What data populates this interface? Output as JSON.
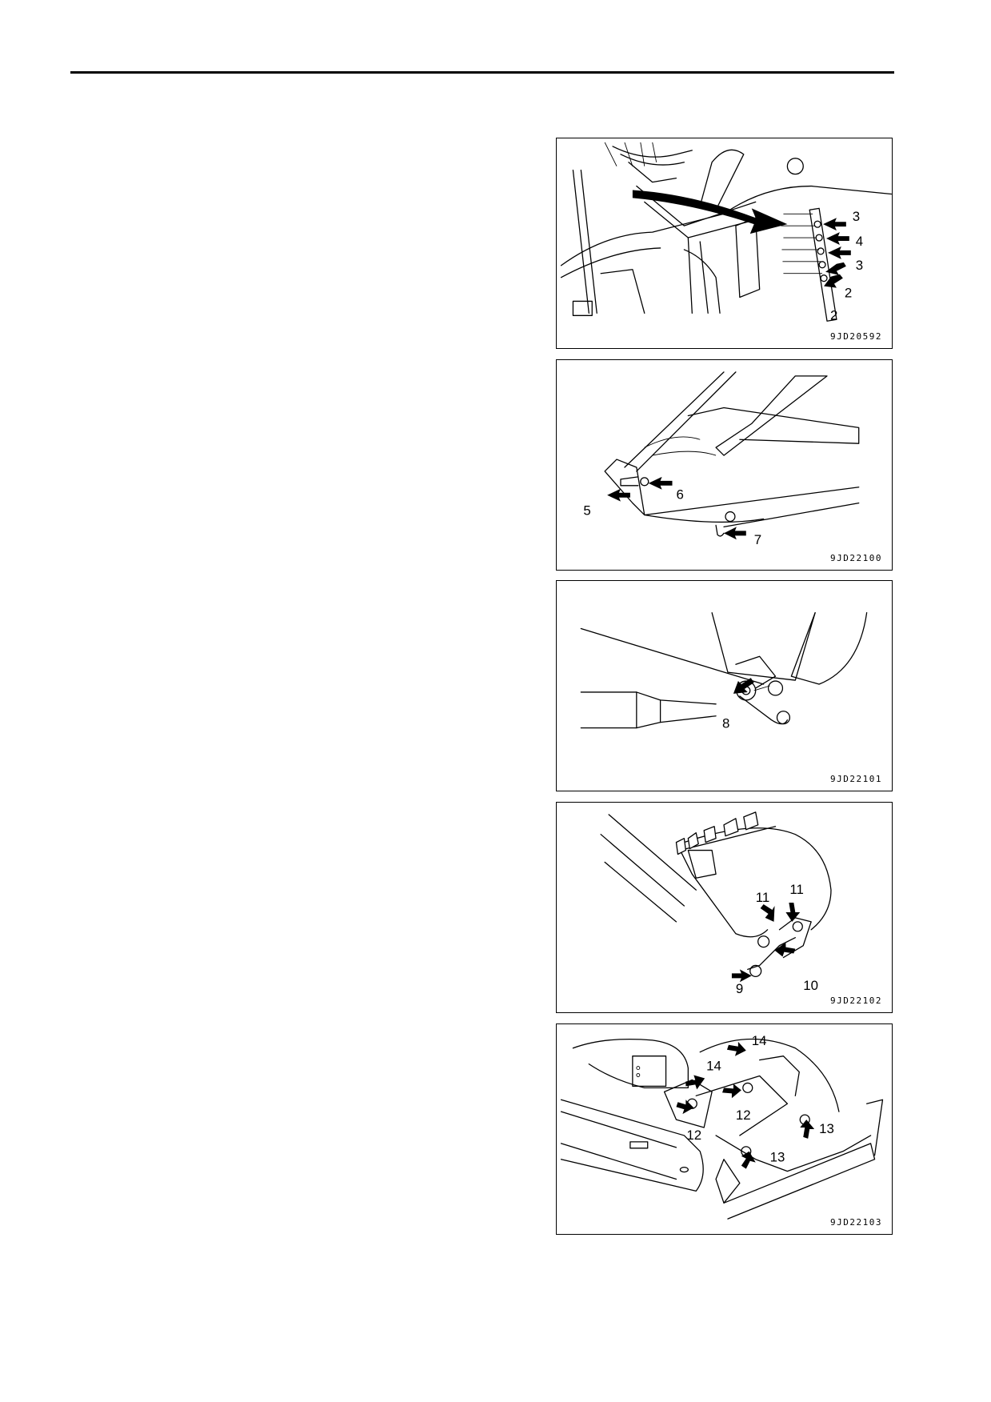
{
  "figures": [
    {
      "code": "9JD20592",
      "callouts": [
        "3",
        "4",
        "3",
        "2",
        "2"
      ]
    },
    {
      "code": "9JD22100",
      "callouts": [
        "5",
        "6",
        "7"
      ]
    },
    {
      "code": "9JD22101",
      "callouts": [
        "8"
      ]
    },
    {
      "code": "9JD22102",
      "callouts": [
        "11",
        "11",
        "9",
        "10"
      ]
    },
    {
      "code": "9JD22103",
      "callouts": [
        "14",
        "14",
        "12",
        "12",
        "13",
        "13"
      ]
    }
  ],
  "icons": {
    "arrow": "pointer-arrow-icon"
  }
}
